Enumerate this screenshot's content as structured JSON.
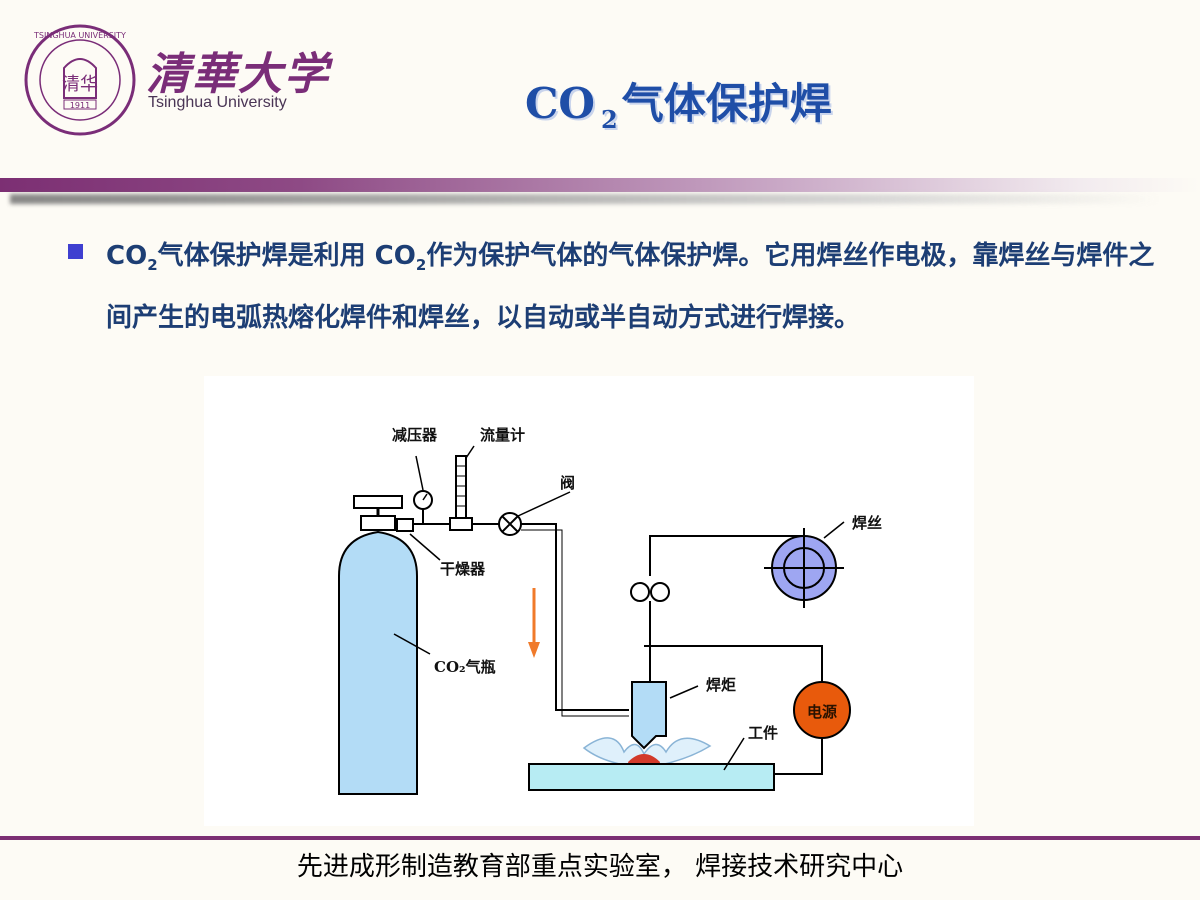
{
  "header": {
    "brand_cn": "清華大学",
    "brand_en": "Tsinghua University",
    "seal_text": "TSINGHUA UNIVERSITY",
    "seal_year": "1911"
  },
  "slide": {
    "title_prefix": "CO",
    "title_sub": "2",
    "title_rest": "气体保护焊",
    "bullet": {
      "p1": "CO",
      "s1": "2",
      "p2": "气体保护焊是利用 CO",
      "s2": "2",
      "p3": "作为保护气体的气体保护焊。它用焊丝作电极，靠焊丝与焊件之间产生的电弧热熔化焊件和焊丝，以自动或半自动方式进行焊接。"
    }
  },
  "diagram": {
    "labels": {
      "reducer": "减压器",
      "flowmeter": "流量计",
      "valve": "阀",
      "dryer": "干燥器",
      "cylinder": "CO₂气瓶",
      "wire": "焊丝",
      "torch": "焊炬",
      "power": "电源",
      "workpiece": "工件"
    },
    "colors": {
      "cylinder": "#b3dcf6",
      "wire_spool": "#9ea6f2",
      "power": "#e85a0c",
      "workpiece": "#b7ecf3",
      "flame": "#d23a2a",
      "arrow": "#f07a2a"
    }
  },
  "footer": {
    "text": "先进成形制造教育部重点实验室， 焊接技术研究中心"
  }
}
